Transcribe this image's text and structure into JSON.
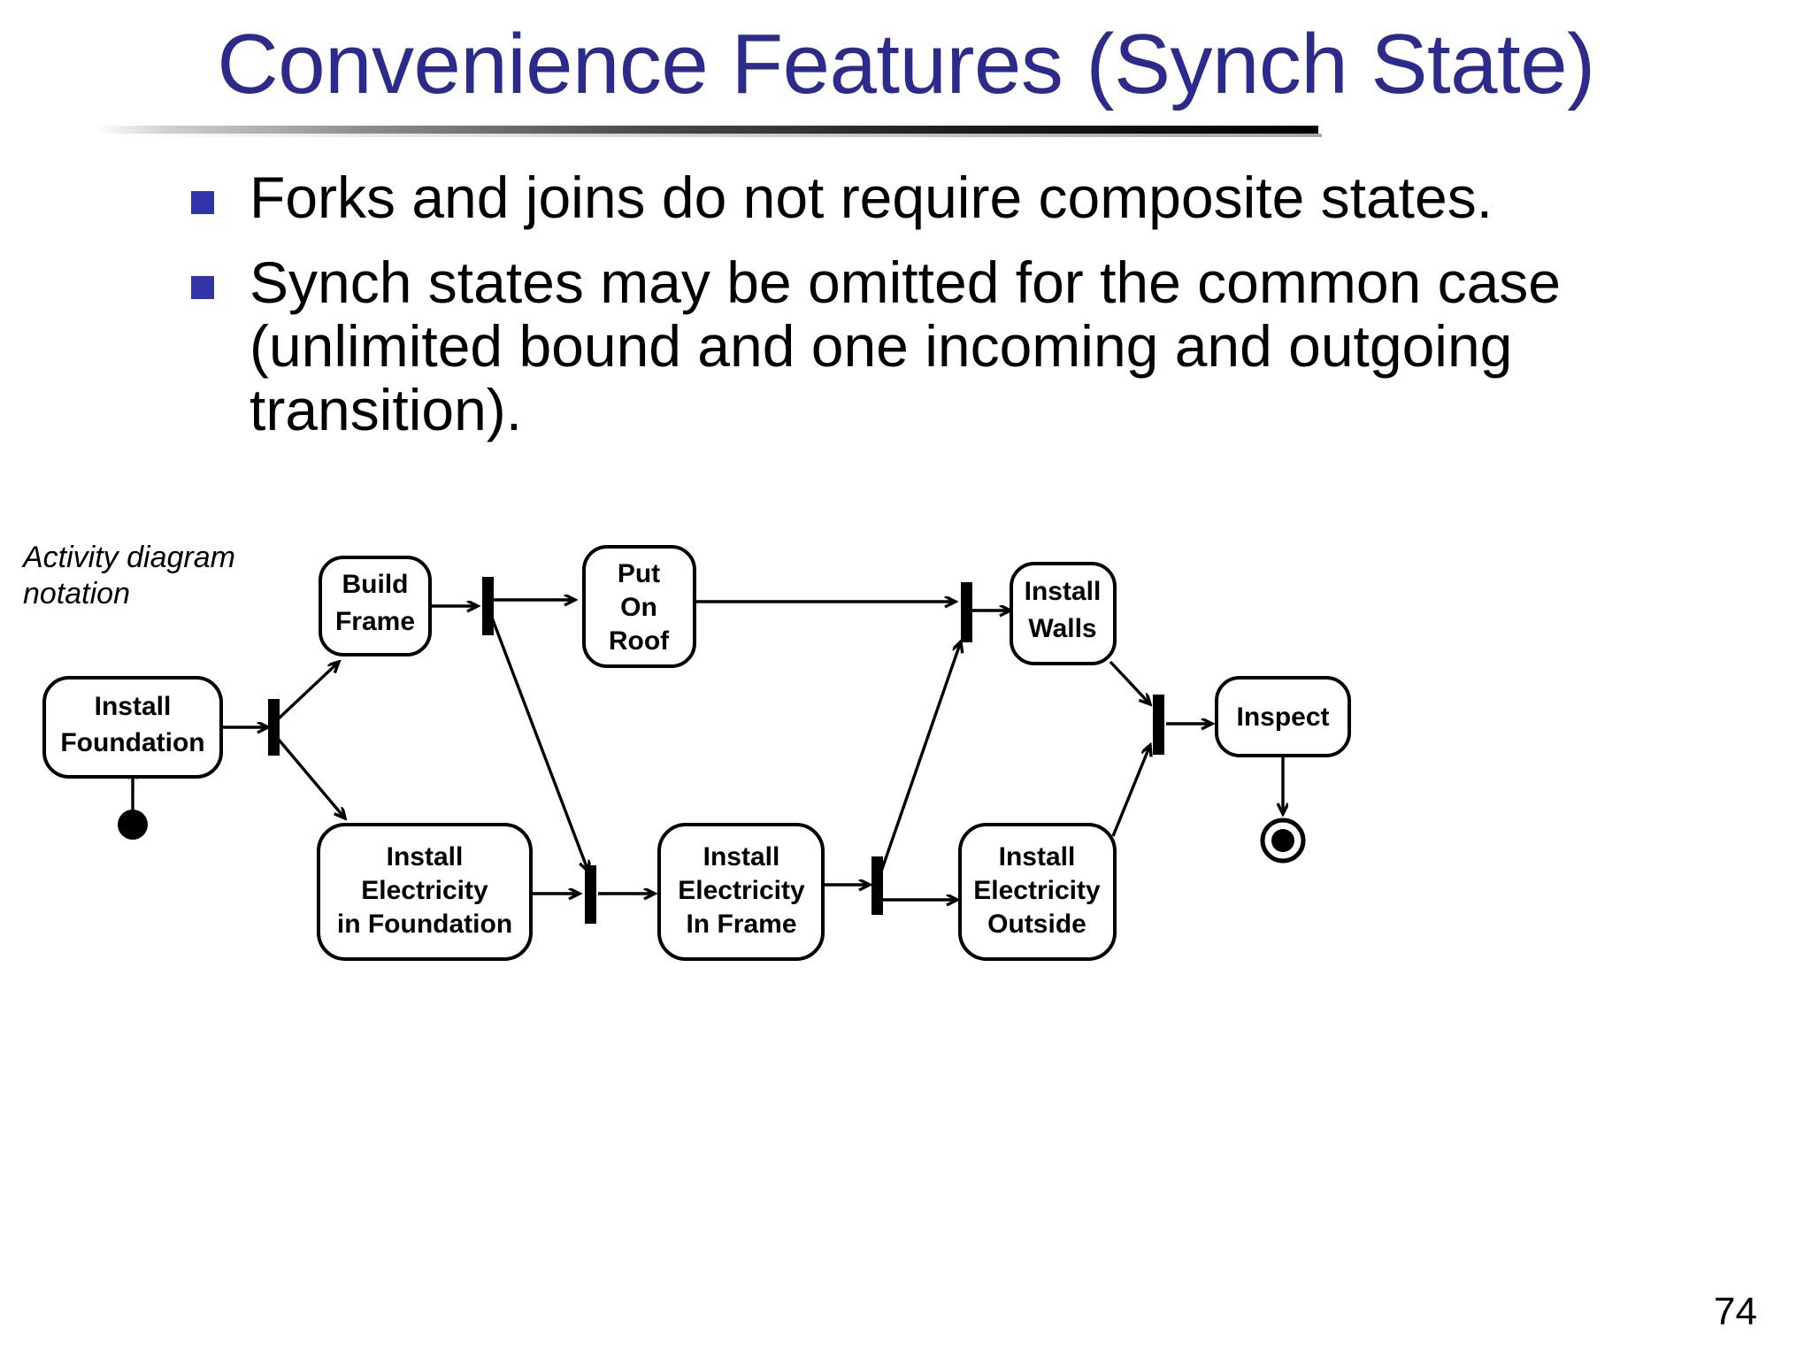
{
  "slide": {
    "title": "Convenience Features (Synch State)",
    "page_number": "74",
    "title_color": "#2b2b8f",
    "bullet_marker_color": "#3333aa"
  },
  "bullets": [
    {
      "text": "Forks and joins do not require composite states."
    },
    {
      "text": "Synch states may be omitted for the common case (unlimited bound and one incoming and outgoing transition)."
    }
  ],
  "diagram": {
    "caption": "Activity diagram notation",
    "nodes": [
      {
        "id": "initial",
        "kind": "initial-state",
        "label": ""
      },
      {
        "id": "install-foundation",
        "kind": "activity",
        "label_line1": "Install",
        "label_line2": "Foundation"
      },
      {
        "id": "fork1",
        "kind": "synch-bar",
        "label": ""
      },
      {
        "id": "build-frame",
        "kind": "activity",
        "label_line1": "Build",
        "label_line2": "Frame"
      },
      {
        "id": "fork2",
        "kind": "synch-bar",
        "label": ""
      },
      {
        "id": "put-on-roof",
        "kind": "activity",
        "label_line1": "Put",
        "label_line2": "On",
        "label_line3": "Roof"
      },
      {
        "id": "install-elec-foundation",
        "kind": "activity",
        "label_line1": "Install",
        "label_line2": "Electricity",
        "label_line3": "in Foundation"
      },
      {
        "id": "join1",
        "kind": "synch-bar",
        "label": ""
      },
      {
        "id": "install-elec-frame",
        "kind": "activity",
        "label_line1": "Install",
        "label_line2": "Electricity",
        "label_line3": "In Frame"
      },
      {
        "id": "fork3",
        "kind": "synch-bar",
        "label": ""
      },
      {
        "id": "install-elec-outside",
        "kind": "activity",
        "label_line1": "Install",
        "label_line2": "Electricity",
        "label_line3": "Outside"
      },
      {
        "id": "join2",
        "kind": "synch-bar",
        "label": ""
      },
      {
        "id": "install-walls",
        "kind": "activity",
        "label_line1": "Install",
        "label_line2": "Walls"
      },
      {
        "id": "join3",
        "kind": "synch-bar",
        "label": ""
      },
      {
        "id": "inspect",
        "kind": "activity",
        "label_line1": "Inspect"
      },
      {
        "id": "final",
        "kind": "final-state",
        "label": ""
      }
    ],
    "edges": [
      {
        "from": "initial",
        "to": "install-foundation"
      },
      {
        "from": "install-foundation",
        "to": "fork1"
      },
      {
        "from": "fork1",
        "to": "build-frame"
      },
      {
        "from": "fork1",
        "to": "install-elec-foundation"
      },
      {
        "from": "build-frame",
        "to": "fork2"
      },
      {
        "from": "fork2",
        "to": "put-on-roof"
      },
      {
        "from": "fork2",
        "to": "join1"
      },
      {
        "from": "install-elec-foundation",
        "to": "join1"
      },
      {
        "from": "join1",
        "to": "install-elec-frame"
      },
      {
        "from": "install-elec-frame",
        "to": "fork3"
      },
      {
        "from": "fork3",
        "to": "install-elec-outside"
      },
      {
        "from": "fork3",
        "to": "join2"
      },
      {
        "from": "put-on-roof",
        "to": "join2"
      },
      {
        "from": "join2",
        "to": "install-walls"
      },
      {
        "from": "install-walls",
        "to": "join3"
      },
      {
        "from": "install-elec-outside",
        "to": "join3"
      },
      {
        "from": "join3",
        "to": "inspect"
      },
      {
        "from": "inspect",
        "to": "final"
      }
    ]
  }
}
